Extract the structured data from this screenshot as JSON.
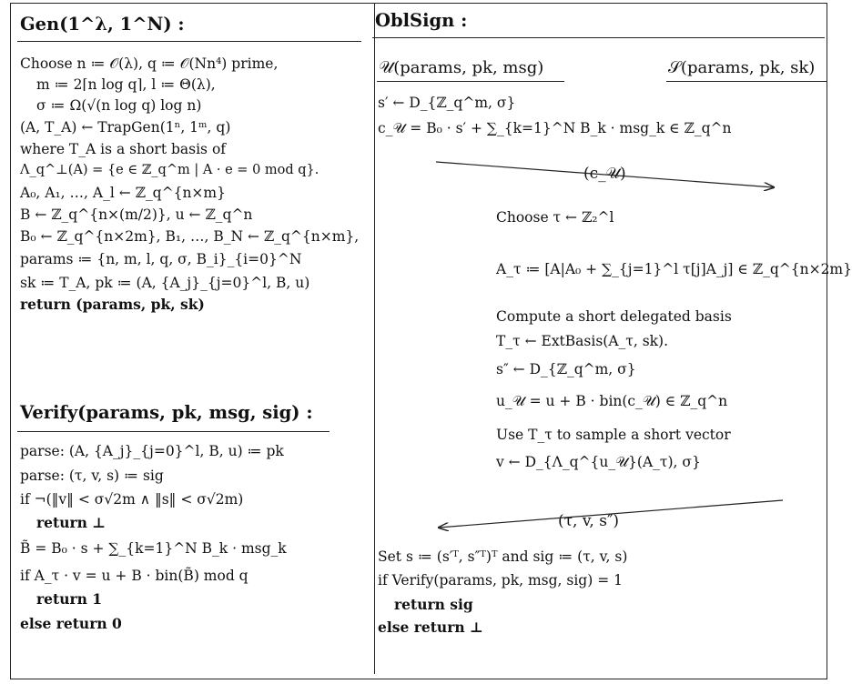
{
  "gen": {
    "header": "Gen(1^λ, 1^N) :",
    "lines": [
      "Choose n ≔ 𝒪(λ), q ≔ 𝒪(Nn⁴) prime,",
      "m ≔ 2⌈n log q⌉, l ≔ Θ(λ),",
      "σ ≔ Ω(√(n log q) log n)",
      "(A, T_A) ← TrapGen(1ⁿ, 1ᵐ, q)",
      "where T_A is a short basis of",
      "Λ_q^⊥(A) = {e ∈ ℤ_q^m | A · e = 0   mod q}.",
      "A₀, A₁, …, A_l ← ℤ_q^{n×m}",
      "B ← ℤ_q^{n×(m/2)}, u ← ℤ_q^n",
      "B₀ ← ℤ_q^{n×2m}, B₁, …, B_N ← ℤ_q^{n×m},",
      "params ≔ {n, m, l, q, σ, B_i}_{i=0}^N",
      "sk ≔ T_A, pk ≔ (A, {A_j}_{j=0}^l, B, u)",
      "return (params, pk, sk)"
    ]
  },
  "verify": {
    "header": "Verify(params, pk, msg, sig) :",
    "lines": [
      "parse: (A, {A_j}_{j=0}^l, B, u) ≔ pk",
      "parse: (τ, v, s) ≔ sig",
      "if ¬(‖v‖ < σ√2m ∧ ‖s‖ < σ√2m)",
      "return ⊥",
      "B̃ = B₀ · s + ∑_{k=1}^N B_k · msg_k",
      "if A_τ · v = u + B · bin(B̃)   mod q",
      "return 1",
      "else return 0"
    ]
  },
  "oblsign": {
    "header": "OblSign :",
    "user_header": "𝒰(params, pk, msg)",
    "signer_header": "𝒮(params, pk, sk)",
    "user_lines": [
      "s′ ← D_{ℤ_q^m, σ}",
      "c_𝒰 = B₀ · s′ + ∑_{k=1}^N B_k · msg_k ∈ ℤ_q^n"
    ],
    "msg1": "(c_𝒰)",
    "signer_lines": [
      "Choose τ ← ℤ₂^l",
      "A_τ ≔ [A|A₀ + ∑_{j=1}^l τ[j]A_j] ∈ ℤ_q^{n×2m}",
      "Compute a short delegated basis",
      "T_τ ← ExtBasis(A_τ, sk).",
      "s″ ← D_{ℤ_q^m, σ}",
      "u_𝒰 = u + B · bin(c_𝒰) ∈ ℤ_q^n",
      "Use T_τ to sample a short vector",
      "v ← D_{Λ_q^{u_𝒰}(A_τ), σ}"
    ],
    "msg2": "(τ, v, s″)",
    "final_lines": [
      "Set s ≔ (s′ᵀ, s″ᵀ)ᵀ and sig ≔ (τ, v, s)",
      "if Verify(params, pk, msg, sig) = 1",
      "return sig",
      "else return ⊥"
    ]
  }
}
